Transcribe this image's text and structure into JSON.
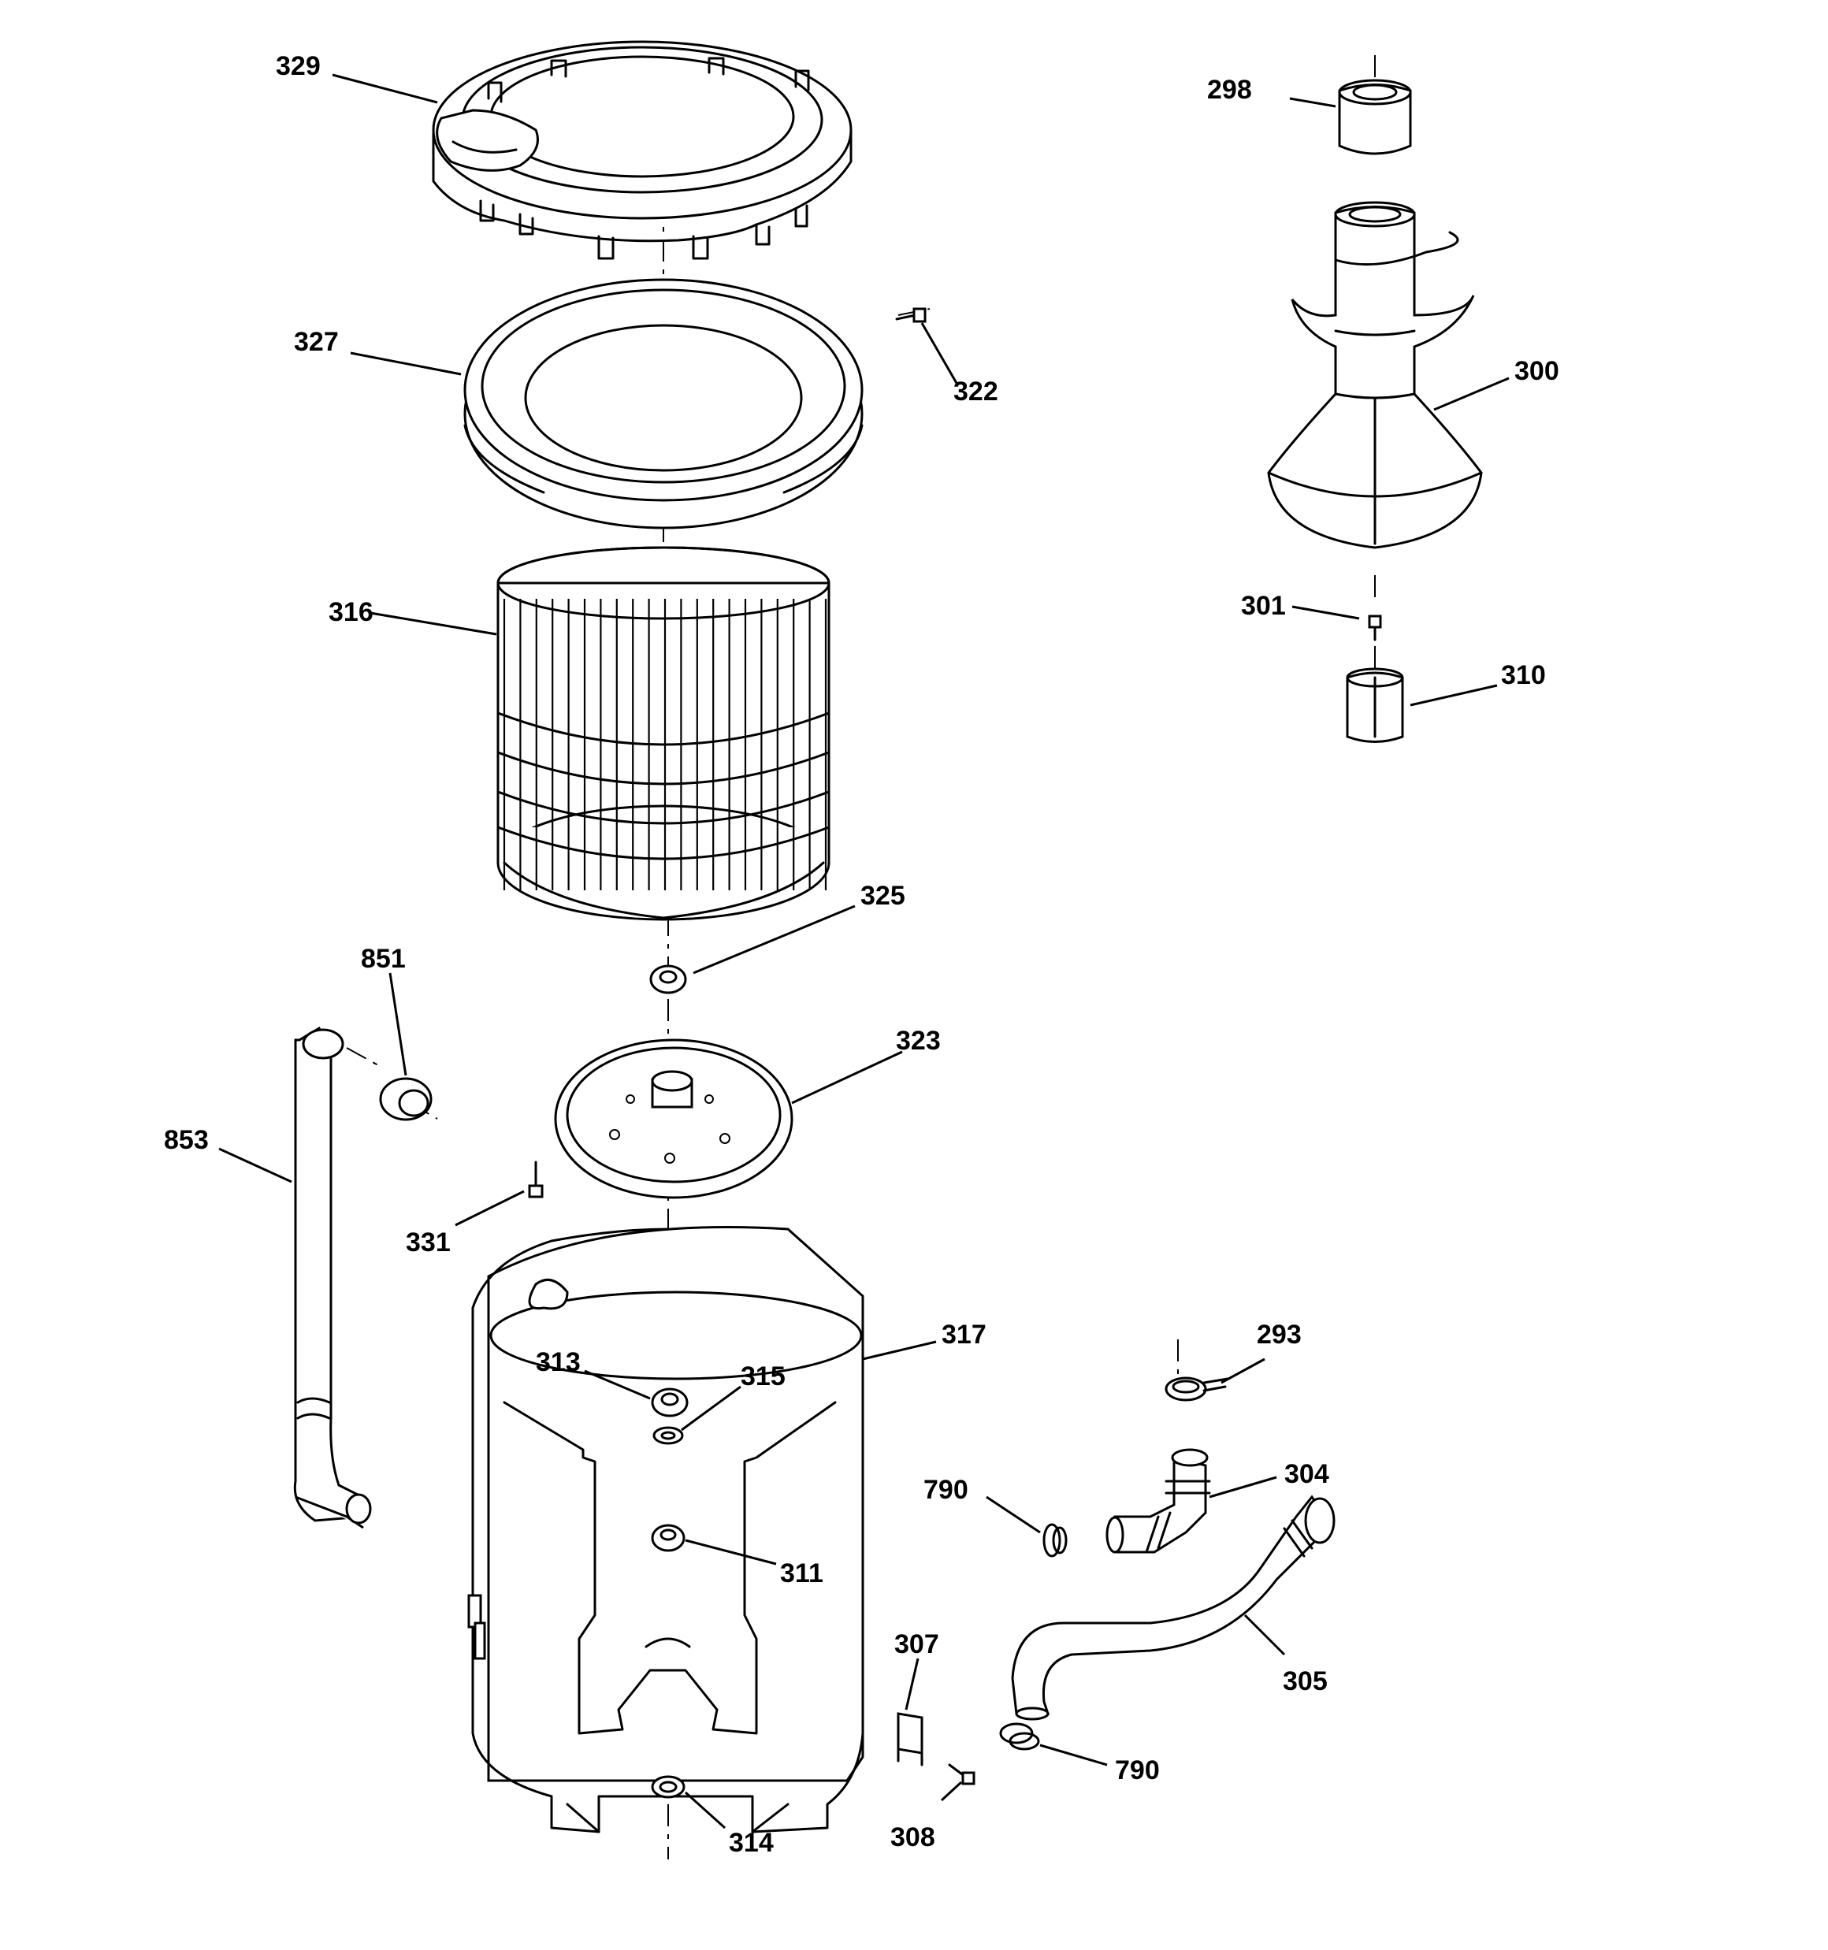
{
  "callouts": [
    {
      "id": "c329",
      "text": "329"
    },
    {
      "id": "c327",
      "text": "327"
    },
    {
      "id": "c322",
      "text": "322"
    },
    {
      "id": "c316",
      "text": "316"
    },
    {
      "id": "c325",
      "text": "325"
    },
    {
      "id": "c323",
      "text": "323"
    },
    {
      "id": "c851",
      "text": "851"
    },
    {
      "id": "c853",
      "text": "853"
    },
    {
      "id": "c331",
      "text": "331"
    },
    {
      "id": "c317",
      "text": "317"
    },
    {
      "id": "c313",
      "text": "313"
    },
    {
      "id": "c315",
      "text": "315"
    },
    {
      "id": "c311",
      "text": "311"
    },
    {
      "id": "c314",
      "text": "314"
    },
    {
      "id": "c298",
      "text": "298"
    },
    {
      "id": "c300",
      "text": "300"
    },
    {
      "id": "c301",
      "text": "301"
    },
    {
      "id": "c310",
      "text": "310"
    },
    {
      "id": "c293",
      "text": "293"
    },
    {
      "id": "c304",
      "text": "304"
    },
    {
      "id": "c790a",
      "text": "790"
    },
    {
      "id": "c305",
      "text": "305"
    },
    {
      "id": "c307",
      "text": "307"
    },
    {
      "id": "c308",
      "text": "308"
    },
    {
      "id": "c790b",
      "text": "790"
    }
  ]
}
